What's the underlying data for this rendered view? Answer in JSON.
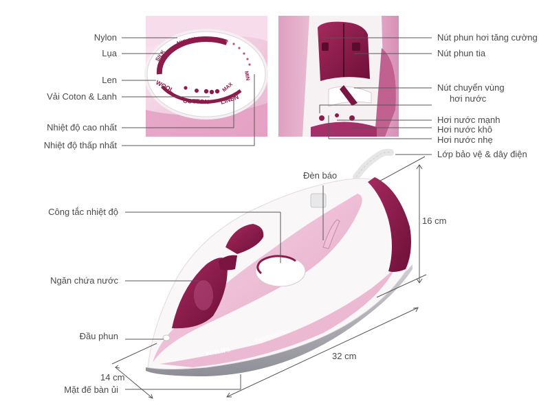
{
  "labels": {
    "nylon": "Nylon",
    "silk": "Lụa",
    "wool": "Len",
    "cotton_linen": "Vải Coton & Lanh",
    "max_temp": "Nhiệt độ cao nhất",
    "min_temp": "Nhiệt độ thấp nhất",
    "steam_boost_button": "Nút phun hơi tăng cường",
    "spray_button": "Nút phun tia",
    "steam_zone_switch_line1": "Nút chuyển vùng",
    "steam_zone_switch_line2": "hơi nước",
    "steam_strong": "Hơi nước mạnh",
    "steam_dry": "Hơi nước khô",
    "steam_light": "Hơi nước nhẹ",
    "cord_protector": "Lớp bảo vệ & dây điện",
    "indicator_light": "Đèn báo",
    "temp_switch": "Công tắc nhiệt độ",
    "water_tank": "Ngăn chứa nước",
    "spray_nozzle": "Đầu phun",
    "width": "14 cm",
    "soleplate": "Mặt đế bàn ủi",
    "length": "32 cm",
    "height": "16 cm"
  },
  "dial_text": {
    "nylon": "NYLON",
    "silk": "SILK",
    "wool": "WOOL",
    "cotton": "COTTON",
    "linen": "LINEN",
    "max": "MAX",
    "min": "MIN"
  },
  "product_text": {
    "brand": "PHILIPS",
    "model": "EasySpeed Plus"
  },
  "colors": {
    "accent": "#8c1a4a",
    "pink": "#e9a9c8",
    "line": "#555555"
  }
}
